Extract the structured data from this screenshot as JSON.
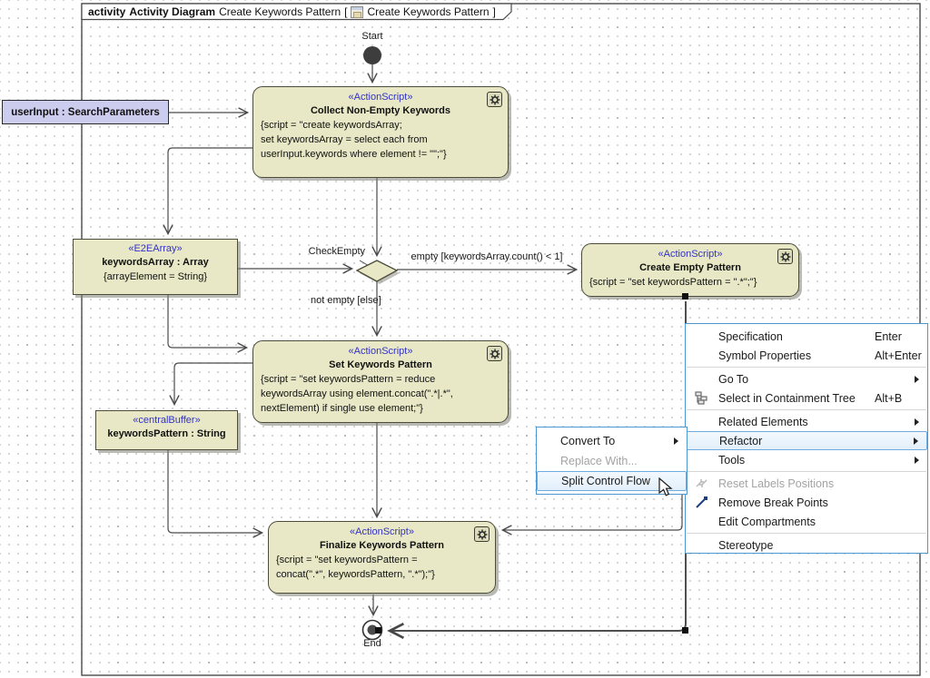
{
  "frame": {
    "keyword": "activity",
    "type": "Activity Diagram",
    "name": "Create Keywords Pattern",
    "bracket_open": "[",
    "bracket_close": "]",
    "ref_name": "Create Keywords Pattern"
  },
  "nodes": {
    "start": {
      "label": "Start"
    },
    "end": {
      "label": "End"
    },
    "user_input": {
      "name": "userInput : SearchParameters"
    },
    "collect": {
      "stereotype": "«ActionScript»",
      "name": "Collect Non-Empty Keywords",
      "script": [
        "{script = \"create keywordsArray;",
        "set keywordsArray = select each from",
        "userInput.keywords where element != \"\";\"}"
      ]
    },
    "keywords_array": {
      "stereotype": "«E2EArray»",
      "name": "keywordsArray : Array",
      "tag": "{arrayElement = String}"
    },
    "decision": {
      "label": "CheckEmpty"
    },
    "create_empty": {
      "stereotype": "«ActionScript»",
      "name": "Create Empty Pattern",
      "script": [
        "{script = \"set keywordsPattern = \".*\";\"}"
      ]
    },
    "set_pattern": {
      "stereotype": "«ActionScript»",
      "name": "Set Keywords Pattern",
      "script": [
        "{script = \"set keywordsPattern = reduce",
        "keywordsArray using element.concat(\".*|.*\",",
        "nextElement) if single use element;\"}"
      ]
    },
    "keywords_pattern": {
      "stereotype": "«centralBuffer»",
      "name": "keywordsPattern : String"
    },
    "finalize": {
      "stereotype": "«ActionScript»",
      "name": "Finalize Keywords Pattern",
      "script": [
        "{script = \"set keywordsPattern =",
        "concat(\".*\", keywordsPattern, \".*\");\"}"
      ]
    }
  },
  "edges": {
    "empty_guard": "empty [keywordsArray.count() < 1]",
    "not_empty_guard": "not empty [else]"
  },
  "context_menu": {
    "items": [
      {
        "label": "Specification",
        "shortcut": "Enter"
      },
      {
        "label": "Symbol Properties",
        "shortcut": "Alt+Enter"
      },
      {
        "separator": true
      },
      {
        "label": "Go To",
        "has_submenu": true
      },
      {
        "label": "Select in Containment Tree",
        "shortcut": "Alt+B",
        "icon": "containment-tree-icon"
      },
      {
        "separator": true
      },
      {
        "label": "Related Elements",
        "has_submenu": true
      },
      {
        "label": "Refactor",
        "has_submenu": true,
        "highlighted": true
      },
      {
        "label": "Tools",
        "has_submenu": true
      },
      {
        "separator": true
      },
      {
        "label": "Reset Labels Positions",
        "disabled": true,
        "icon": "reset-labels-icon"
      },
      {
        "label": "Remove Break Points",
        "icon": "remove-break-points-icon"
      },
      {
        "label": "Edit Compartments"
      },
      {
        "separator": true
      },
      {
        "label": "Stereotype"
      }
    ]
  },
  "refactor_submenu": {
    "items": [
      {
        "label": "Convert To",
        "has_submenu": true
      },
      {
        "label": "Replace With...",
        "disabled": true
      },
      {
        "label": "Split Control Flow",
        "highlighted": true
      }
    ]
  },
  "colors": {
    "node_fill": "#e8e8c6",
    "node_border": "#4c4c3a",
    "stereotype_text": "#3232c8",
    "object_node_fill": "#ccccee",
    "menu_border": "#4a97d2",
    "menu_highlight_bg": "#e2effa",
    "menu_highlight_border": "#70abdf",
    "disabled_text": "#a3a3a3",
    "edge": "#4a4a4a"
  }
}
